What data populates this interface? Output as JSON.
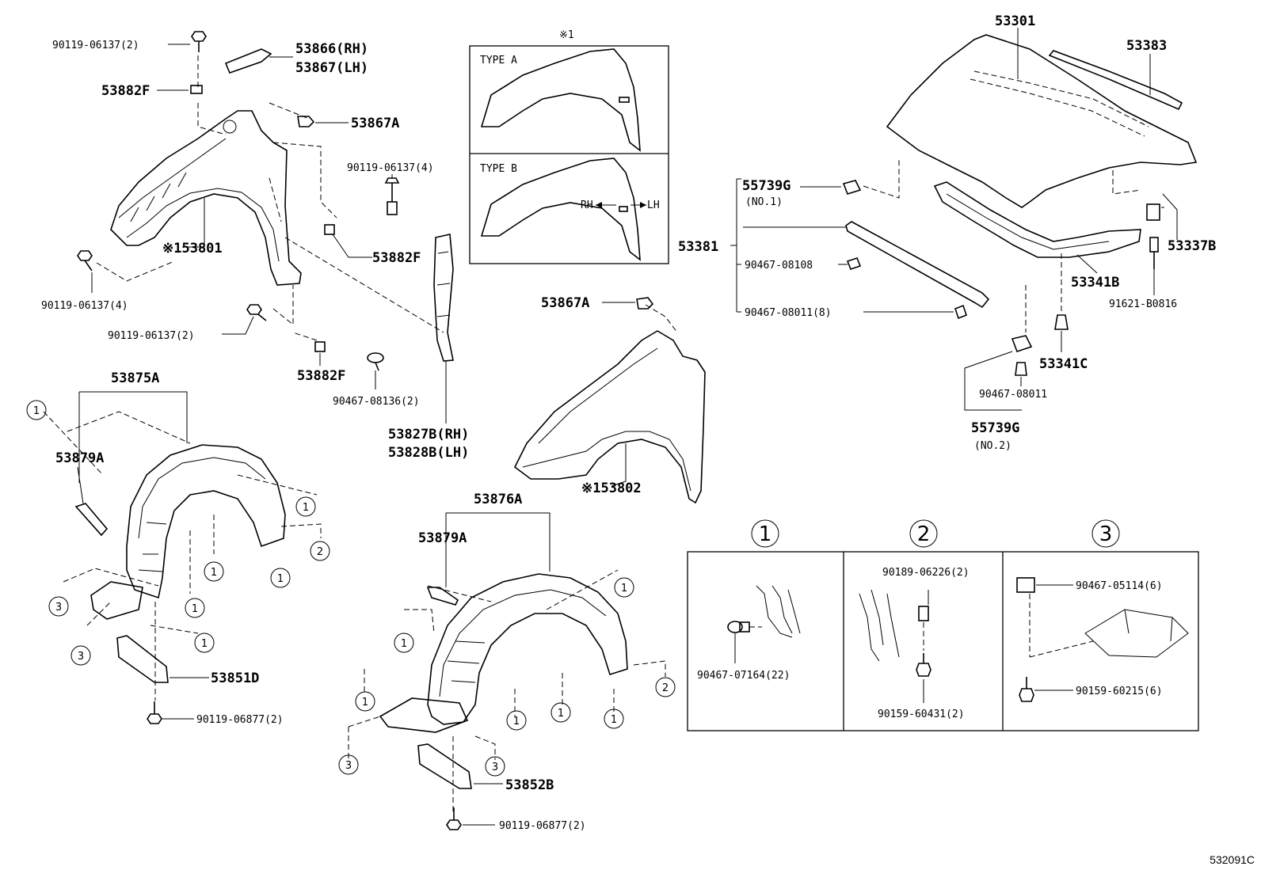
{
  "labels": {
    "p_90119_06137_2_top": "90119-06137(2)",
    "p_53866_rh": "53866(RH)",
    "p_53867_lh": "53867(LH)",
    "p_53882F_top": "53882F",
    "p_53867A_top": "53867A",
    "p_90119_06137_4_mid": "90119-06137(4)",
    "p_53801": "※153801",
    "p_53882F_mid": "53882F",
    "p_90119_06137_4_left": "90119-06137(4)",
    "p_90119_06137_2_mid": "90119-06137(2)",
    "p_53882F_bot": "53882F",
    "p_90467_08136": "90467-08136(2)",
    "p_53827B": "53827B(RH)",
    "p_53828B": "53828B(LH)",
    "p_53875A": "53875A",
    "p_53879A_left": "53879A",
    "p_53851D": "53851D",
    "p_90119_06877_left": "90119-06877(2)",
    "p_53876A": "53876A",
    "p_53879A_mid": "53879A",
    "p_53852B": "53852B",
    "p_90119_06877_mid": "90119-06877(2)",
    "p_53867A_mid": "53867A",
    "p_53802": "※153802",
    "p_53301": "53301",
    "p_53383": "53383",
    "p_55739G_1": "55739G",
    "p_no1": "(NO.1)",
    "p_53381": "53381",
    "p_90467_08108": "90467-08108",
    "p_90467_08011_8": "90467-08011(8)",
    "p_53337B": "53337B",
    "p_53341B": "53341B",
    "p_91621": "91621-B0816",
    "p_53341C": "53341C",
    "p_90467_08011": "90467-08011",
    "p_55739G_2": "55739G",
    "p_no2": "(NO.2)",
    "inset_title": "※1",
    "type_a": "TYPE A",
    "type_b": "TYPE B",
    "rh": "RH",
    "lh": "LH",
    "c1_label": "90467-07164(22)",
    "c2_label_top": "90189-06226(2)",
    "c2_label_bot": "90159-60431(2)",
    "c3_label_top": "90467-05114(6)",
    "c3_label_bot": "90159-60215(6)",
    "detail_1": "1",
    "detail_2": "2",
    "detail_3": "3",
    "callout_1": "1",
    "callout_2": "2",
    "callout_3": "3",
    "drawing_code": "532091C"
  }
}
